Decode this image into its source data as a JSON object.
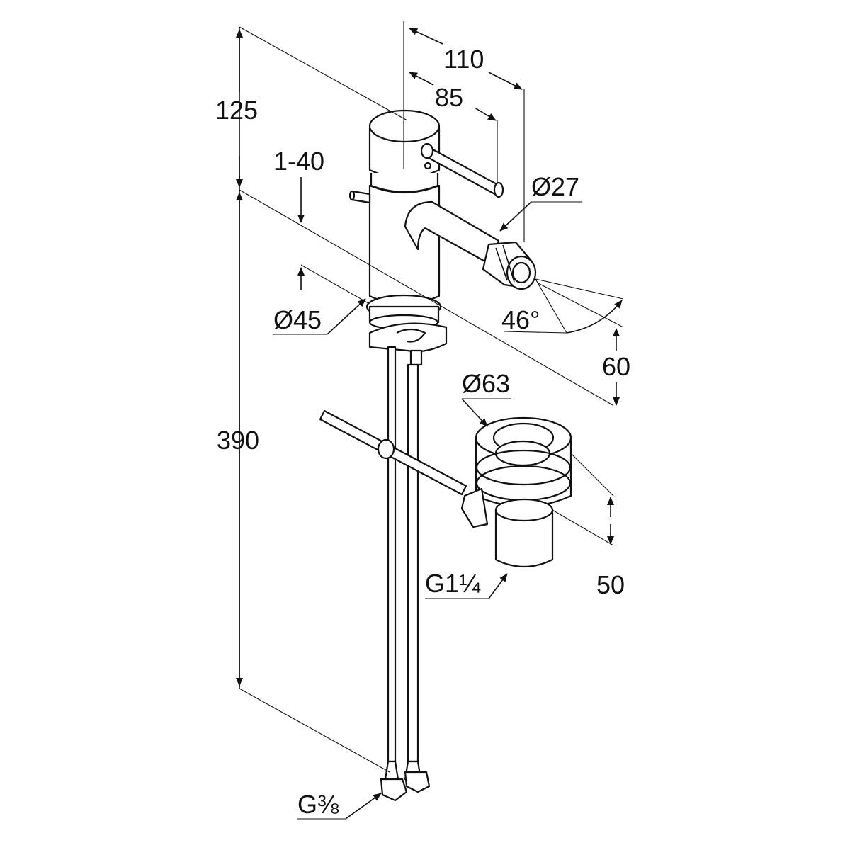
{
  "dimensions": {
    "total_spout_reach": "110",
    "lever_reach": "85",
    "body_height": "125",
    "deck_thickness_range": "1-40",
    "spout_diameter": "Ø27",
    "body_diameter": "Ø45",
    "spout_swivel_angle": "46°",
    "aerator_height_offset": "60",
    "waste_diameter": "Ø63",
    "total_length": "390",
    "waste_depth": "50",
    "waste_thread": "G1¼",
    "supply_thread": "G⅜"
  },
  "colors": {
    "line": "#111111",
    "background": "#ffffff"
  }
}
